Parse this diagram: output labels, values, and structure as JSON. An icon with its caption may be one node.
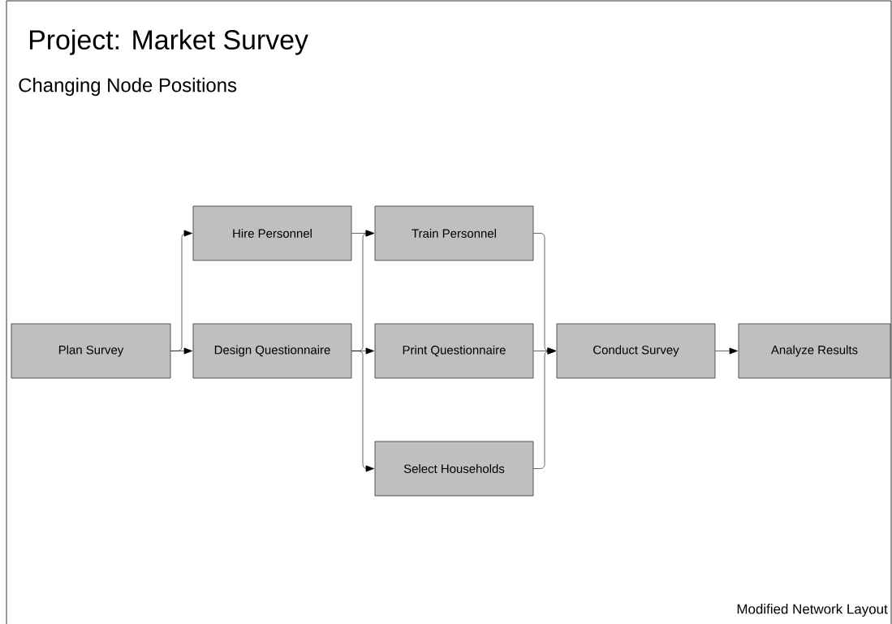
{
  "diagram": {
    "title": "Project: Market Survey",
    "caption": "Changing Node Positions",
    "nodes": [
      {
        "text": [
          "Plan Survey"
        ]
      },
      {
        "text": [
          "Hire Personnel"
        ]
      },
      {
        "text": [
          "Design Questionnaire"
        ]
      },
      {
        "text": [
          "Train Personnel"
        ]
      },
      {
        "text": [
          "Print Questionnaire"
        ]
      },
      {
        "text": [
          "Select Households"
        ]
      },
      {
        "text": [
          "Conduct Survey"
        ]
      },
      {
        "text": [
          "Analyze Results"
        ]
      }
    ],
    "edges": [
      {
        "from": 0,
        "to": 1,
        "arrow": "to"
      },
      {
        "from": 0,
        "to": 2,
        "arrow": "to"
      },
      {
        "from": 1,
        "to": 3,
        "arrow": "to"
      },
      {
        "from": 2,
        "to": 3,
        "arrow": "to"
      },
      {
        "from": 2,
        "to": 4,
        "arrow": "to"
      },
      {
        "from": 2,
        "to": 5,
        "arrow": "to"
      },
      {
        "from": 3,
        "to": 6,
        "arrow": "to"
      },
      {
        "from": 4,
        "to": 6,
        "arrow": "to"
      },
      {
        "from": 5,
        "to": 6,
        "arrow": "to"
      },
      {
        "from": 6,
        "to": 7,
        "arrow": "to"
      }
    ],
    "labels": [
      "Modified Network Layout"
    ]
  }
}
